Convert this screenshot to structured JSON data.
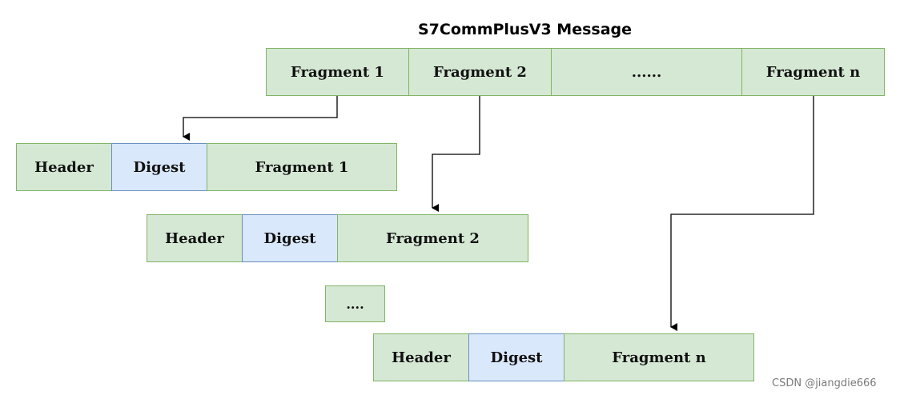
{
  "title": "S7CommPlusV3 Message",
  "message": {
    "cells": [
      "Fragment 1",
      "Fragment 2",
      "......",
      "Fragment n"
    ]
  },
  "packets": [
    {
      "header": "Header",
      "digest": "Digest",
      "fragment": "Fragment 1"
    },
    {
      "header": "Header",
      "digest": "Digest",
      "fragment": "Fragment 2"
    },
    {
      "header": "Header",
      "digest": "Digest",
      "fragment": "Fragment n"
    }
  ],
  "ellipsis": "....",
  "watermark": "CSDN @jiangdie666",
  "colors": {
    "fragment_fill": "#d5e8d4",
    "fragment_stroke": "#82b366",
    "digest_fill": "#dae8fc",
    "digest_stroke": "#6c8ebf"
  }
}
